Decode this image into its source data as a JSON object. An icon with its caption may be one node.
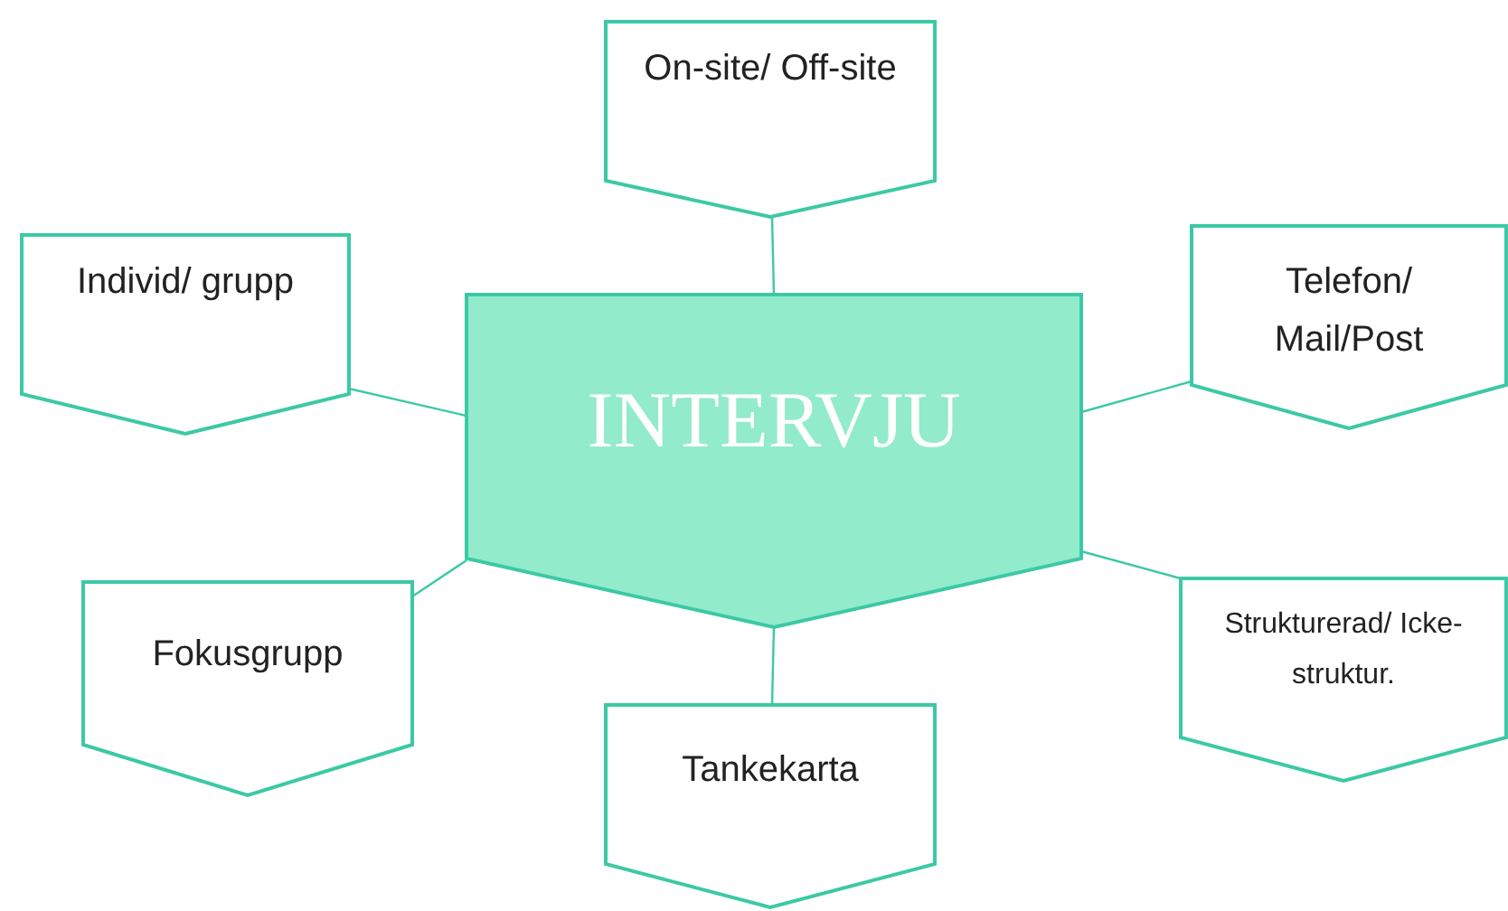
{
  "diagram": {
    "nodes": [
      {
        "text": [
          "INTERVJU"
        ]
      },
      {
        "text": [
          "On-site/ Off-site"
        ]
      },
      {
        "text": [
          "Individ/ grupp"
        ]
      },
      {
        "text": [
          "Telefon/ Mail/Post"
        ]
      },
      {
        "text": [
          "Fokusgrupp"
        ]
      },
      {
        "text": [
          "Strukturerad/ Icke-struktur."
        ]
      },
      {
        "text": [
          "Tankekarta"
        ]
      }
    ],
    "edges": [
      {
        "from": 0,
        "to": 1,
        "arrow": "none"
      },
      {
        "from": 0,
        "to": 2,
        "arrow": "none"
      },
      {
        "from": 0,
        "to": 3,
        "arrow": "none"
      },
      {
        "from": 0,
        "to": 4,
        "arrow": "none"
      },
      {
        "from": 0,
        "to": 5,
        "arrow": "none"
      },
      {
        "from": 0,
        "to": 6,
        "arrow": "none"
      }
    ]
  }
}
